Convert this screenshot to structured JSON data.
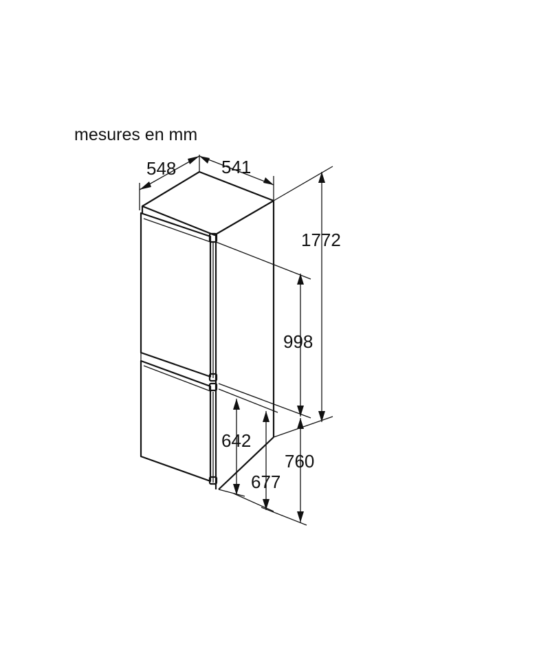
{
  "title": "mesures en mm",
  "dimensions": {
    "depth": "548",
    "width": "541",
    "height_total": "1772",
    "height_fridge": "998",
    "height_freezer_door": "642",
    "height_freezer": "677",
    "height_lower": "760"
  },
  "colors": {
    "line": "#111111",
    "background": "#ffffff"
  }
}
